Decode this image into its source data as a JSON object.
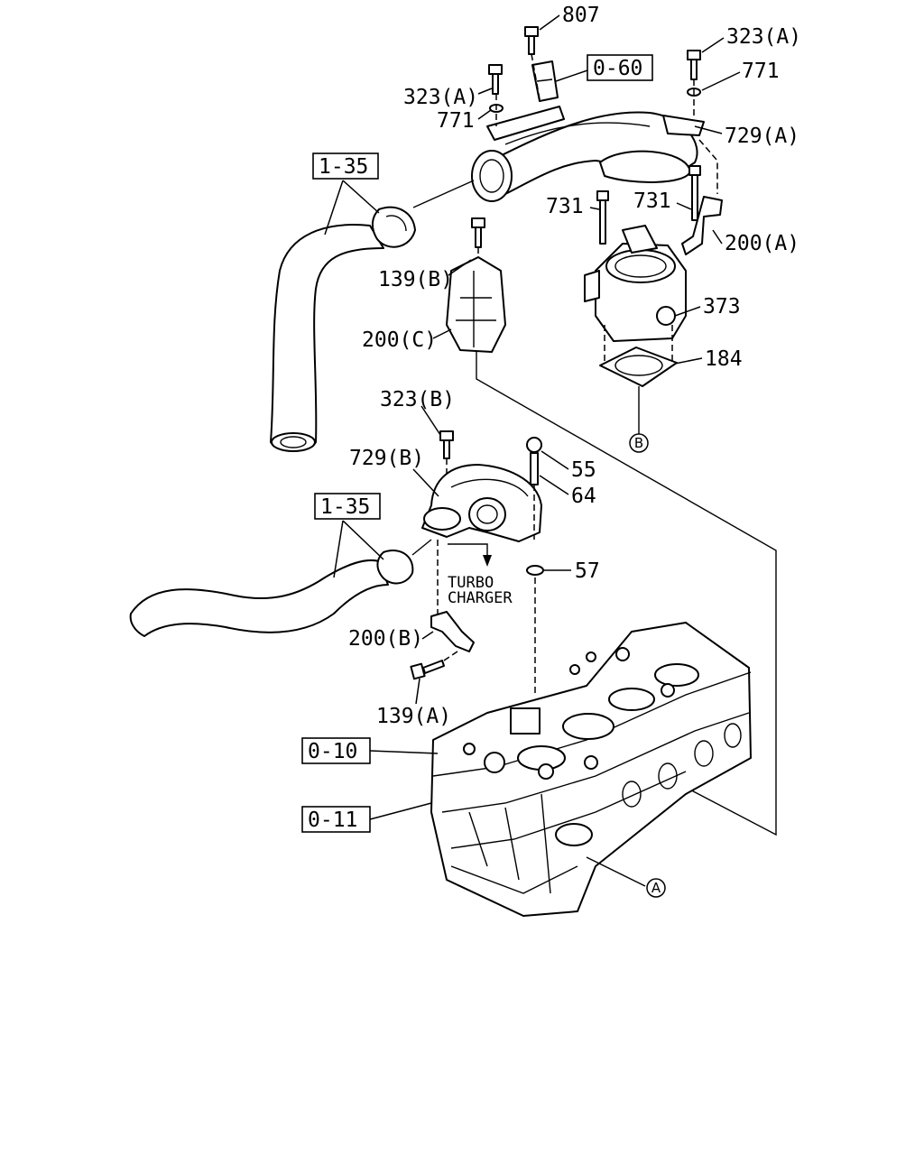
{
  "labels": {
    "l807": "807",
    "l0_60": "0-60",
    "l323a_right": "323(A)",
    "l771_right": "771",
    "l323a_left": "323(A)",
    "l771_left": "771",
    "l729a": "729(A)",
    "l1_35_top": "1-35",
    "l731_left": "731",
    "l731_right": "731",
    "l200a": "200(A)",
    "l139b": "139(B)",
    "l373": "373",
    "l200c": "200(C)",
    "l184": "184",
    "lB": "B",
    "l323b": "323(B)",
    "l729b": "729(B)",
    "l55": "55",
    "l64": "64",
    "l1_35_mid": "1-35",
    "l57": "57",
    "turbo1": "TURBO",
    "turbo2": "CHARGER",
    "l200b": "200(B)",
    "l139a": "139(A)",
    "l0_10": "0-10",
    "l0_11": "0-11",
    "lA": "A"
  }
}
